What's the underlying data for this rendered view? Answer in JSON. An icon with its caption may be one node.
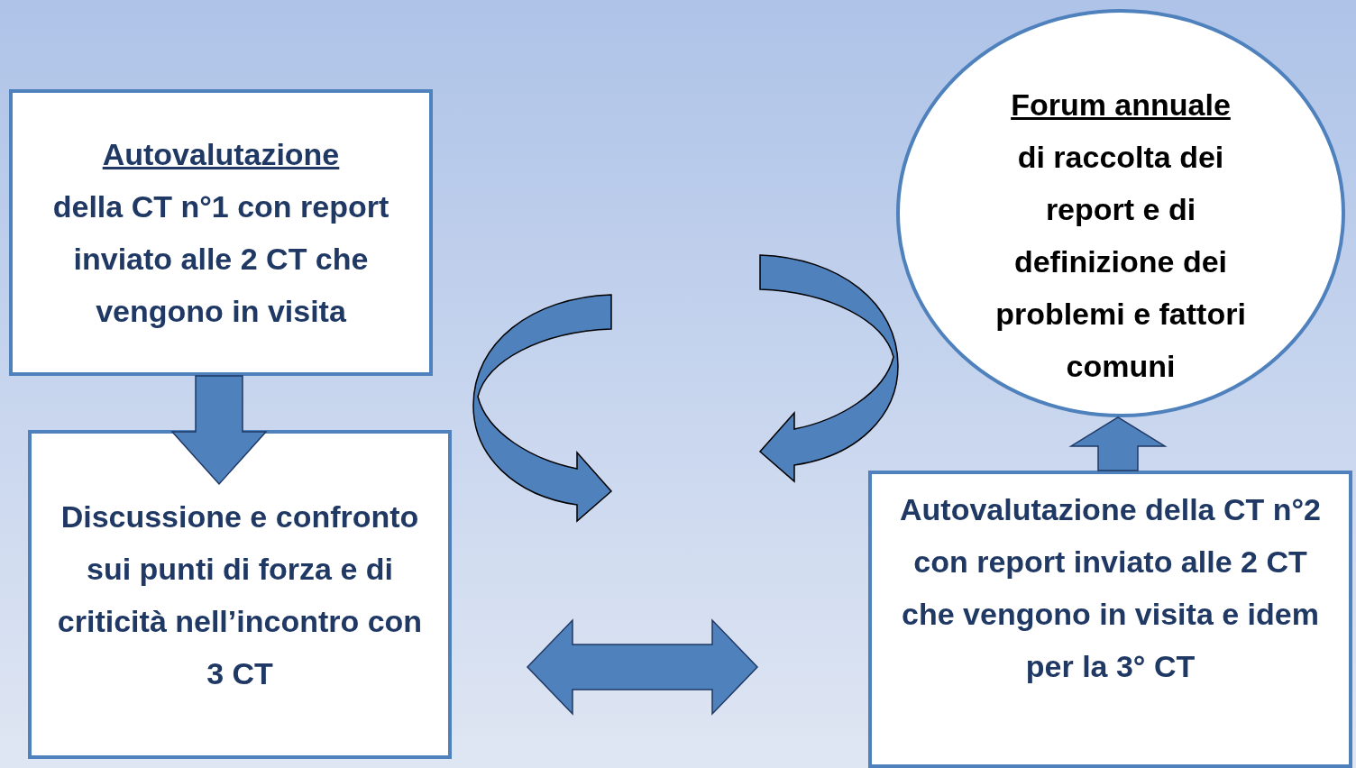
{
  "diagram": {
    "nodes": [
      {
        "text": [
          "Autovalutazione",
          "della CT n°1 con report inviato alle 2 CT che vengono in visita"
        ]
      },
      {
        "text": [
          "Discussione e confronto sui punti di forza e di criticità nell’incontro con 3 CT"
        ]
      },
      {
        "text": [
          "Forum annuale",
          "di raccolta dei report e di definizione dei problemi e fattori comuni"
        ]
      },
      {
        "text": [
          "Autovalutazione della CT n°2 con report inviato alle 2 CT che vengono in visita e idem per la 3° CT"
        ]
      }
    ],
    "edges": [
      {
        "from": 0,
        "to": 1,
        "arrow": "to"
      },
      {
        "from": 3,
        "to": 2,
        "arrow": "to"
      },
      {
        "from": 1,
        "to": 3,
        "arrow": "both"
      }
    ]
  }
}
